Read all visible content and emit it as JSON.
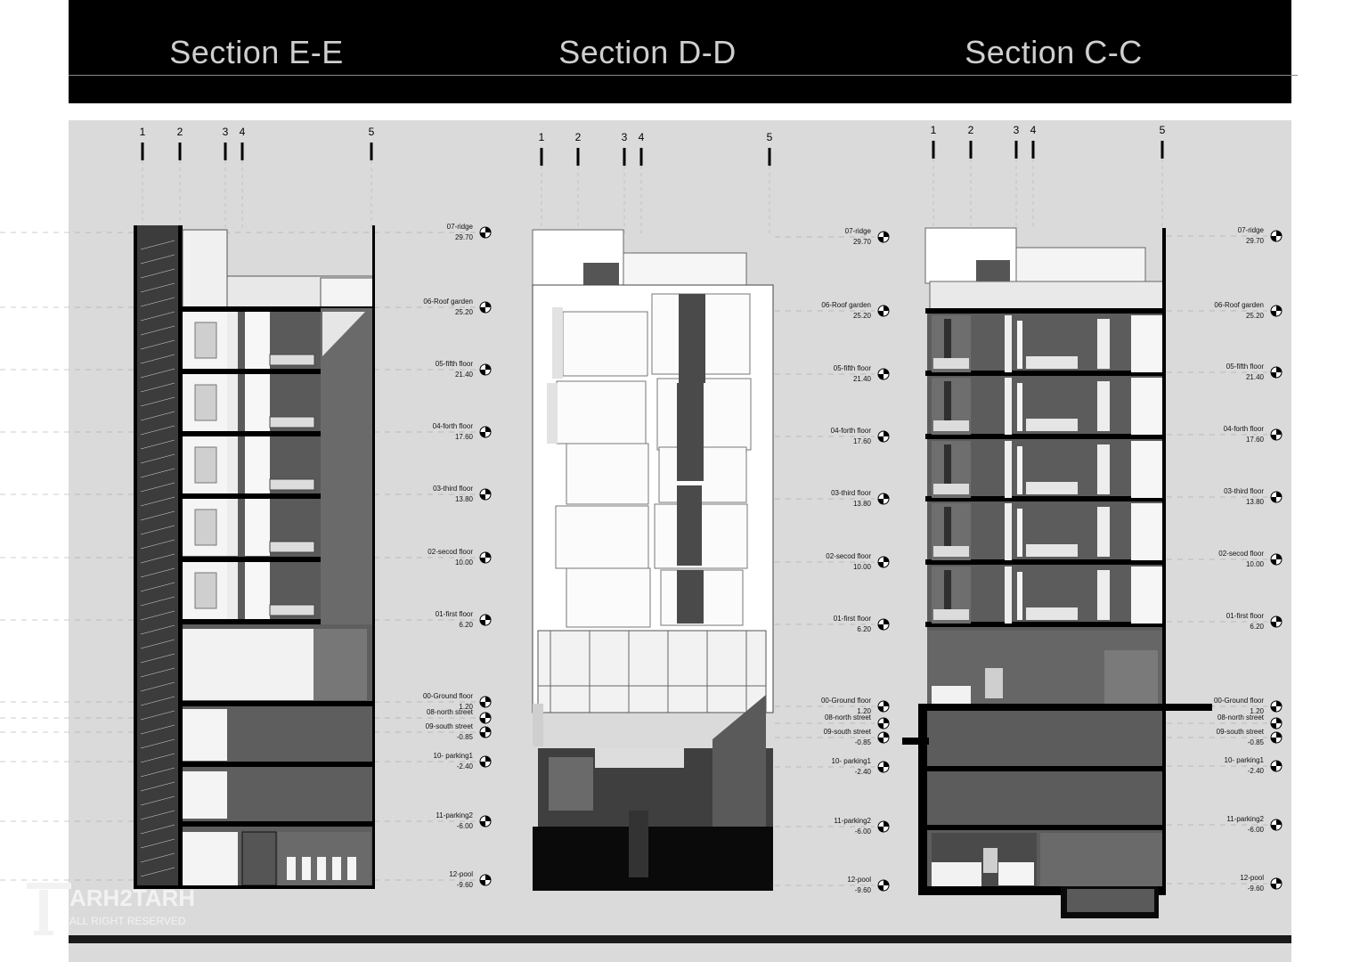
{
  "sections": [
    {
      "title": "Section E-E",
      "grid": [
        "1",
        "2",
        "3",
        "4",
        "5"
      ]
    },
    {
      "title": "Section D-D",
      "grid": [
        "1",
        "2",
        "3",
        "4",
        "5"
      ]
    },
    {
      "title": "Section C-C",
      "grid": [
        "1",
        "2",
        "3",
        "4",
        "5"
      ]
    }
  ],
  "levels": [
    {
      "name": "07-ridge",
      "value": "29.70"
    },
    {
      "name": "06-Roof garden",
      "value": "25.20"
    },
    {
      "name": "05-fifth floor",
      "value": "21.40"
    },
    {
      "name": "04-forth floor",
      "value": "17.60"
    },
    {
      "name": "03-third floor",
      "value": "13.80"
    },
    {
      "name": "02-secod floor",
      "value": "10.00"
    },
    {
      "name": "01-first floor",
      "value": "6.20"
    },
    {
      "name": "00-Ground floor",
      "value": "1.20"
    },
    {
      "name": "08-north street",
      "value": ""
    },
    {
      "name": "09-south street",
      "value": "-0.85"
    },
    {
      "name": "10- parking1",
      "value": "-2.40"
    },
    {
      "name": "11-parking2",
      "value": "-6.00"
    },
    {
      "name": "12-pool",
      "value": "-9.60"
    }
  ],
  "logo": {
    "name": "ARH2TARH",
    "sub": "ALL RIGHT RESERVED",
    "copyright": "©"
  }
}
